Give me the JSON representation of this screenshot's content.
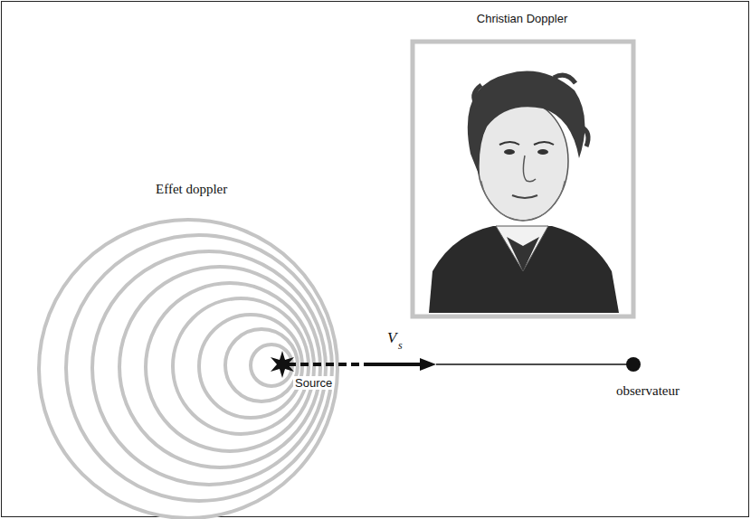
{
  "diagram": {
    "labels": [
      "Christian Doppler",
      "Effet doppler",
      "V",
      "s",
      "Source",
      "observateur"
    ]
  }
}
